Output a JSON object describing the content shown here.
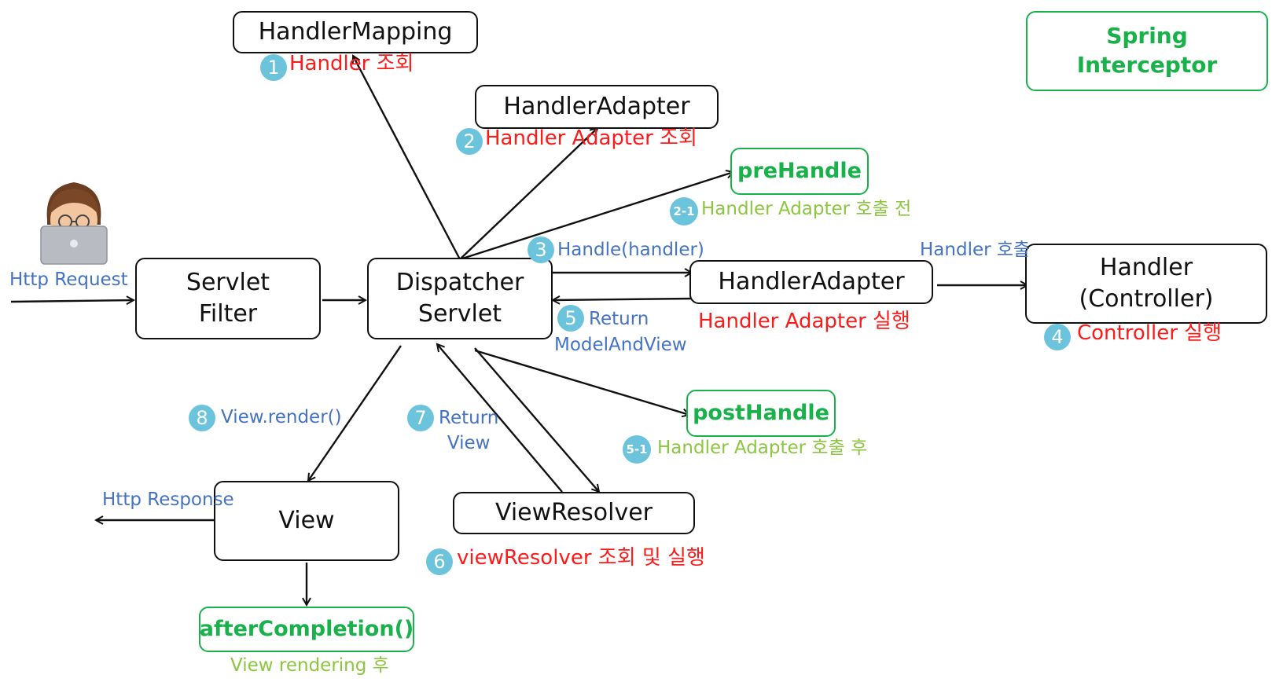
{
  "boxes": {
    "handler_mapping": "HandlerMapping",
    "handler_adapter_top": "HandlerAdapter",
    "pre_handle": "preHandle",
    "servlet_filter": [
      "Servlet",
      "Filter"
    ],
    "dispatcher_servlet": [
      "Dispatcher",
      "Servlet"
    ],
    "handler_adapter_mid": "HandlerAdapter",
    "handler_controller": [
      "Handler",
      "(Controller)"
    ],
    "post_handle": "postHandle",
    "view": "View",
    "view_resolver": "ViewResolver",
    "after_completion": "afterCompletion()",
    "spring_interceptor": [
      "Spring",
      "Interceptor"
    ]
  },
  "labels": {
    "step1": "Handler 조회",
    "step2": "Handler Adapter 조회",
    "step2_1": "Handler Adapter 호출 전",
    "step3": "Handle(handler)",
    "handler_call": "Handler 호출",
    "step5": [
      "Return",
      "ModelAndView"
    ],
    "adapter_exec": "Handler Adapter 실행",
    "step4": "Controller 실행",
    "step8": "View.render()",
    "step7": [
      "Return",
      "View"
    ],
    "step5_1": "Handler Adapter 호출 후",
    "http_request": "Http Request",
    "http_response": "Http Response",
    "step6": "viewResolver 조회 및 실행",
    "after_render": "View rendering 후"
  },
  "badges": {
    "b1": "1",
    "b2": "2",
    "b2_1": "2-1",
    "b3": "3",
    "b5": "5",
    "b4": "4",
    "b8": "8",
    "b7": "7",
    "b5_1": "5-1",
    "b6": "6"
  },
  "colors": {
    "box_border": "#111111",
    "interceptor_green": "#19b14a",
    "step_red": "#ff1a1a",
    "note_blue": "#4472c4",
    "note_light_green": "#8cc63f",
    "badge_cyan": "#6cc4dc"
  },
  "icons": {
    "requester": "developer-with-laptop-icon"
  }
}
